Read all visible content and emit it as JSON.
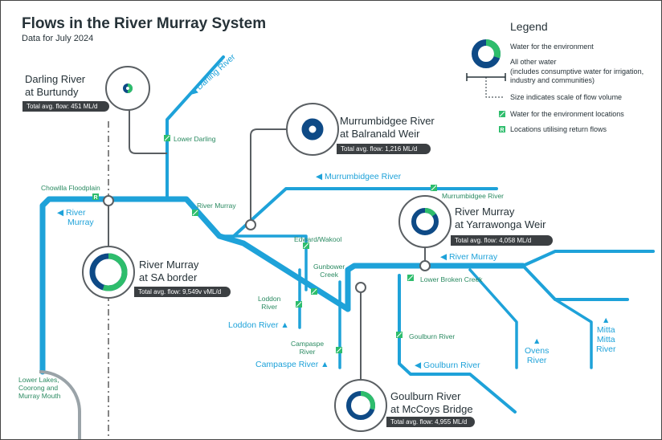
{
  "header": {
    "title": "Flows in the River Murray System",
    "subtitle": "Data for July 2024"
  },
  "legend": {
    "title": "Legend",
    "env": "Water for the environment",
    "other": "All other water",
    "other_note": "(includes consumptive water for irrigation, industry and communities)",
    "size_note": "Size indicates scale of flow volume",
    "env_locations": "Water for the environment locations",
    "return_flows": "Locations utilising return flows"
  },
  "colors": {
    "river": "#1ea2d9",
    "env": "#2ebd6c",
    "other": "#0e4a86",
    "flowbar": "#3b3f42",
    "station": "#5a5f63"
  },
  "sites": {
    "darling": {
      "name": "Darling River",
      "place": "at Burtundy",
      "flow": "Total avg. flow: 451 ML/d",
      "env_fraction": 0.5
    },
    "murrumbidgee": {
      "name": "Murrumbidgee River",
      "place": "at Balranald Weir",
      "flow": "Total avg. flow: 1,216 ML/d",
      "env_fraction": 0.0
    },
    "yarrawonga": {
      "name": "River Murray",
      "place": "at Yarrawonga Weir",
      "flow": "Total avg. flow: 4,058 ML/d",
      "env_fraction": 0.15
    },
    "sa_border": {
      "name": "River Murray",
      "place": "at SA border",
      "flow": "Total avg. flow: 9,549v vML/d",
      "env_fraction": 0.55
    },
    "goulburn": {
      "name": "Goulburn River",
      "place": "at McCoys Bridge",
      "flow": "Total avg. flow: 4,955 ML/d",
      "env_fraction": 0.3
    }
  },
  "rivers": {
    "darling": "Darling River",
    "murrumbidgee": "Murrumbidgee River",
    "murray_left_1": "River",
    "murray_left_2": "Murray",
    "murray_right": "River Murray",
    "loddon": "Loddon River",
    "campaspe": "Campaspe River",
    "goulburn": "Goulburn River",
    "ovens_1": "Ovens",
    "ovens_2": "River",
    "mitta_1": "Mitta",
    "mitta_2": "Mitta",
    "mitta_3": "River"
  },
  "locations": {
    "lower_darling": "Lower Darling",
    "chowilla": "Chowilla Floodplain",
    "river_murray": "River Murray",
    "murrumbidgee": "Murrumbidgee River",
    "edward_wakool": "Edward/Wakool",
    "gunbower_1": "Gunbower",
    "gunbower_2": "Creek",
    "loddon_1": "Loddon",
    "loddon_2": "River",
    "campaspe_1": "Campaspe",
    "campaspe_2": "River",
    "lower_broken": "Lower Broken Creek",
    "goulburn": "Goulburn River",
    "lower_lakes_1": "Lower Lakes,",
    "lower_lakes_2": "Coorong and",
    "lower_lakes_3": "Murray Mouth"
  }
}
